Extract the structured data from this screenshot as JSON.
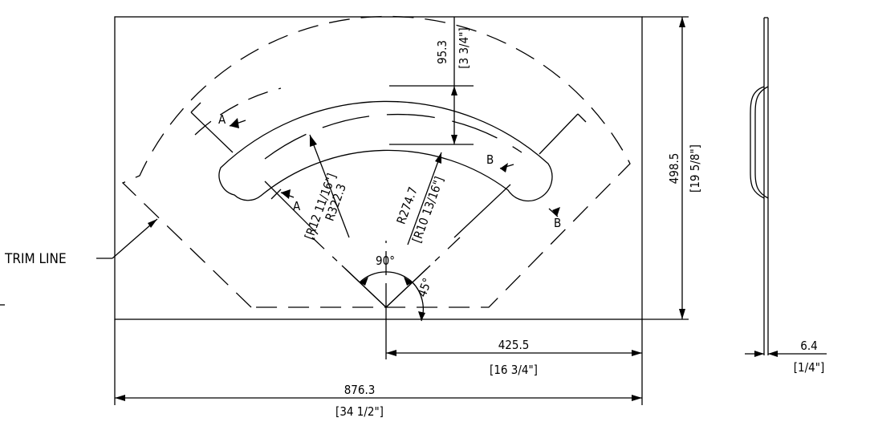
{
  "drawing": {
    "trim_label": "TRIM LINE",
    "dims": {
      "overall_width": "876.3",
      "overall_width_in": "[34 1/2\"]",
      "half_width": "425.5",
      "half_width_in": "[16 3/4\"]",
      "height": "498.5",
      "height_in": "[19 5/8\"]",
      "thickness": "6.4",
      "thickness_in": "[1/4\"]",
      "slot_offset": "95.3",
      "slot_offset_in": "[3 3/4\"]",
      "outer_radius": "R322.3",
      "outer_radius_in": "[R12 11/16\"]",
      "inner_radius": "R274.7",
      "inner_radius_in": "[R10 13/16\"]",
      "angle_total": "90°",
      "angle_half": "45°"
    },
    "sections": {
      "a": "A",
      "b": "B"
    }
  }
}
